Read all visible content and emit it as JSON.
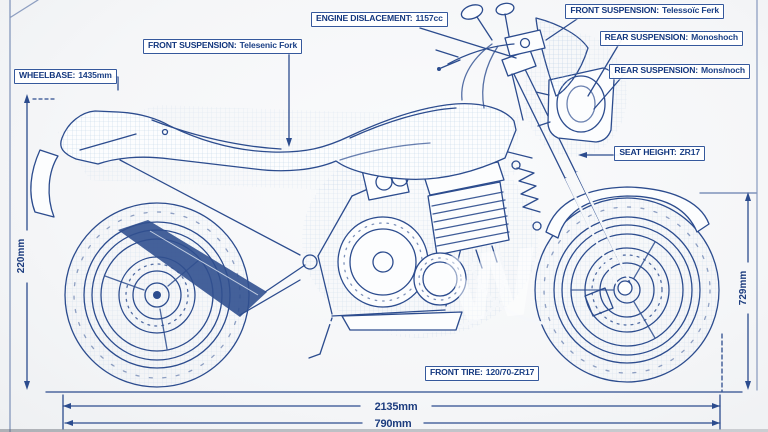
{
  "labels": {
    "wheelbase": {
      "key": "WHEELBASE:",
      "value": "1435mm"
    },
    "front_suspension_left": {
      "key": "FRONT SUSPENSION:",
      "value": "Telesenic Fork"
    },
    "engine_displacement": {
      "key": "ENGINE DISLACEMENT:",
      "value": "1157cc"
    },
    "front_suspension_right": {
      "key": "FRONT SUSPENSION:",
      "value": "Telessoïc Ferk"
    },
    "rear_suspension_1": {
      "key": "REAR SUSPENSION:",
      "value": "Monoshoch"
    },
    "rear_suspension_2": {
      "key": "REAR SUSPENSION:",
      "value": "Mons/noch"
    },
    "seat_height": {
      "key": "SEAT HEIGHT:",
      "value": "ZR17"
    },
    "front_tire": {
      "key": "FRONT TIRE:",
      "value": "120/70-ZR17"
    }
  },
  "dimensions": {
    "left_height": "220mm",
    "right_height": "729mm",
    "total_length": "2135mm",
    "secondary_length": "790mm"
  },
  "watermark_glyph": "W",
  "colors": {
    "line": "#2c4c8e",
    "label_text": "#12367e",
    "grid": "#b7cde4",
    "background": "#f6f7f8",
    "dimension_text": "#1d3d7f"
  }
}
